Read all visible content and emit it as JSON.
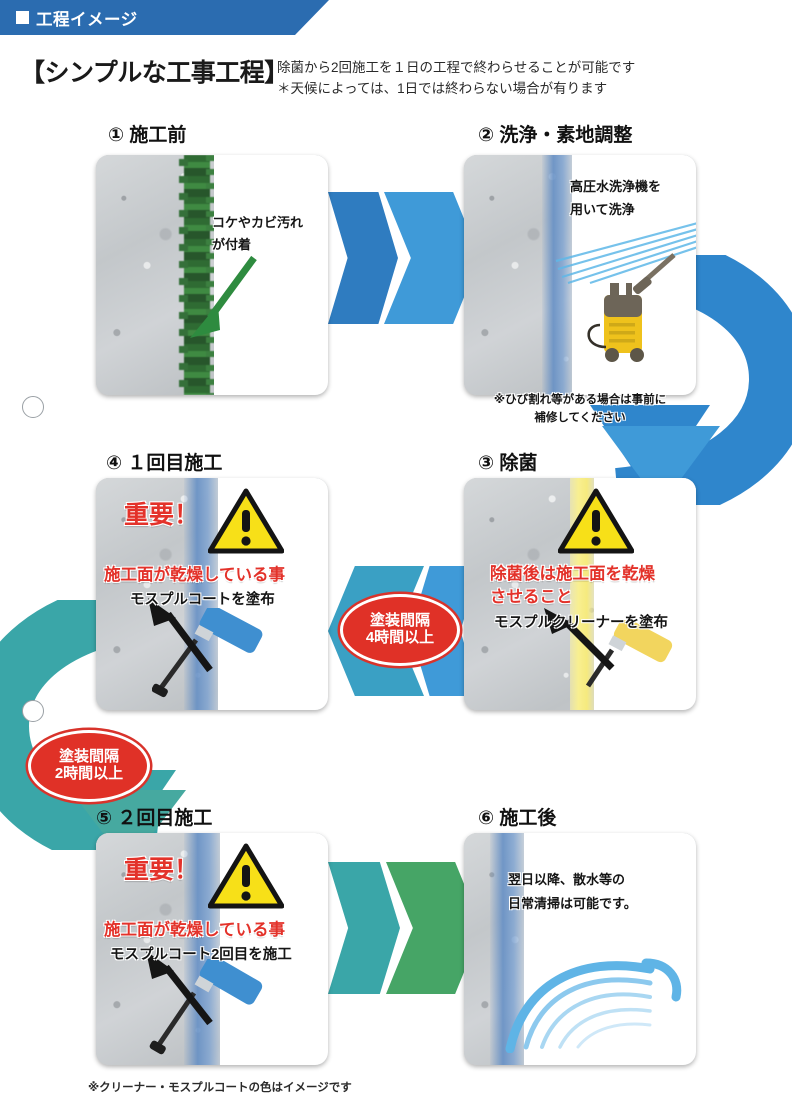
{
  "banner": {
    "icon": "square-bullet-icon",
    "title": "工程イメージ"
  },
  "header": {
    "main_title": "【シンプルな工事工程】",
    "sub_line1": "除菌から2回施工を１日の工程で終わらせることが可能です",
    "sub_line2": "＊天候によっては、1日では終わらない場合が有ります"
  },
  "steps": [
    {
      "id": "step1",
      "heading": "① 施工前",
      "caption_line1": "コケやカビ汚れ",
      "caption_line2": "が付着",
      "arrow_icon": "green-arrow-icon"
    },
    {
      "id": "step2",
      "heading": "② 洗浄・素地調整",
      "caption_line1": "高圧水洗浄機を",
      "caption_line2": "用いて洗浄",
      "machine_icon": "pressure-washer-icon",
      "note_line1": "※ひび割れ等がある場合は事前に",
      "note_line2": "補修してください"
    },
    {
      "id": "step3",
      "heading": "③ 除菌",
      "warning_icon": "warning-triangle-icon",
      "red_line1": "除菌後は施工面を乾燥",
      "red_line2": "させること",
      "black_line": "モスプルクリーナーを塗布",
      "tool_icon": "paint-roller-icon"
    },
    {
      "id": "step4",
      "heading": "④ １回目施工",
      "important_label": "重要！",
      "warning_icon": "warning-triangle-icon",
      "red_line1": "施工面が乾燥している事",
      "black_line": "モスプルコートを塗布",
      "tool_icon": "paint-roller-icon"
    },
    {
      "id": "step5",
      "heading": "⑤ ２回目施工",
      "important_label": "重要！",
      "warning_icon": "warning-triangle-icon",
      "red_line1": "施工面が乾燥している事",
      "black_line": "モスプルコート2回目を施工",
      "tool_icon": "paint-roller-icon"
    },
    {
      "id": "step6",
      "heading": "⑥ 施工後",
      "caption_line1": "翌日以降、散水等の",
      "caption_line2": "日常清掃は可能です。",
      "water_icon": "water-spray-icon"
    }
  ],
  "interval_badges": [
    {
      "id": "badge-4h",
      "line1": "塗装間隔",
      "line2": "4時間以上"
    },
    {
      "id": "badge-2h",
      "line1": "塗装間隔",
      "line2": "2時間以上"
    }
  ],
  "footnote": "※クリーナー・モスプルコートの色はイメージです",
  "colors": {
    "banner_blue": "#2b6cb0",
    "arrow_blue_dark": "#2f7cc0",
    "arrow_blue_light": "#3f9ad8",
    "arrow_teal": "#3aa6a8",
    "arrow_green": "#46a566",
    "badge_red": "#e03127",
    "red_text": "#e3322a",
    "moss_green": "#336b36",
    "warning_yellow": "#f7e018"
  }
}
